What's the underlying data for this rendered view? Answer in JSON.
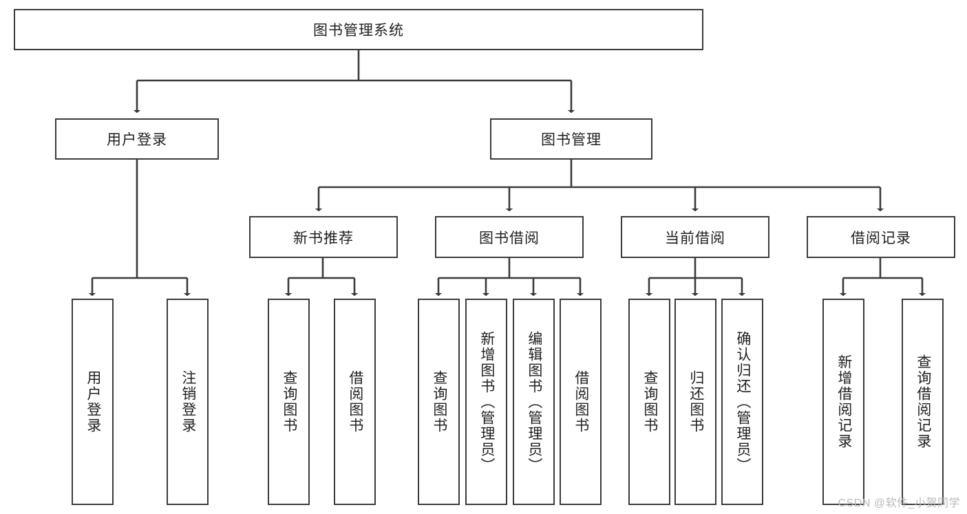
{
  "diagram": {
    "type": "tree-hierarchy",
    "title": "图书管理系统",
    "watermark": "CSDN @软件_小贺同学",
    "colors": {
      "box_border": "#3a3a3a",
      "box_fill": "#ffffff",
      "connector": "#3a3a3a",
      "text": "#1f1f1f",
      "watermark": "#b9b9b9"
    },
    "levels": {
      "root": {
        "label": "图书管理系统"
      },
      "level1": [
        {
          "label": "用户登录"
        },
        {
          "label": "图书管理"
        }
      ],
      "level2": [
        {
          "label": "新书推荐",
          "parent": "图书管理"
        },
        {
          "label": "图书借阅",
          "parent": "图书管理"
        },
        {
          "label": "当前借阅",
          "parent": "图书管理"
        },
        {
          "label": "借阅记录",
          "parent": "图书管理"
        }
      ],
      "leaves_user_login": [
        {
          "label": "用户登录"
        },
        {
          "label": "注销登录"
        }
      ],
      "leaves_new_book": [
        {
          "label": "查询图书"
        },
        {
          "label": "借阅图书"
        }
      ],
      "leaves_borrow": [
        {
          "label": "查询图书"
        },
        {
          "label": "新增图书（管理员）"
        },
        {
          "label": "编辑图书（管理员）"
        },
        {
          "label": "借阅图书"
        }
      ],
      "leaves_current": [
        {
          "label": "查询图书"
        },
        {
          "label": "归还图书"
        },
        {
          "label": "确认归还（管理员）"
        }
      ],
      "leaves_records": [
        {
          "label": "新增借阅记录"
        },
        {
          "label": "查询借阅记录"
        }
      ]
    }
  }
}
